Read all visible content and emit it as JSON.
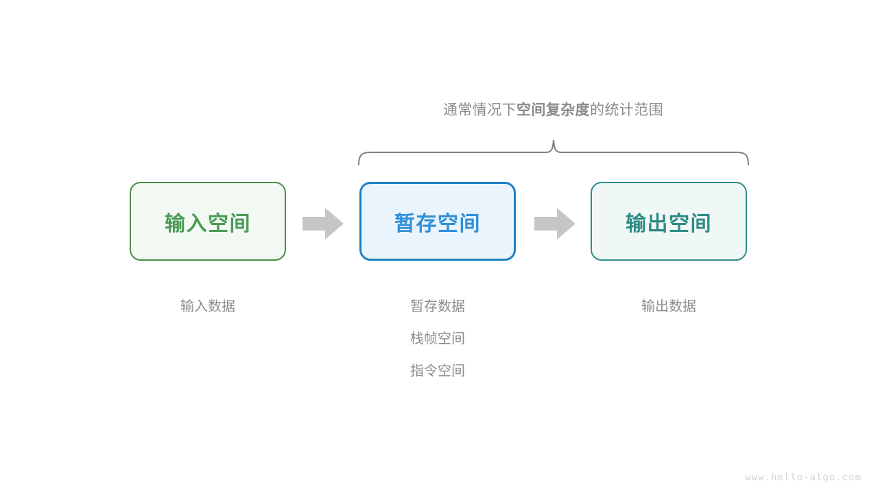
{
  "diagram": {
    "title_prefix": "通常情况下",
    "title_emphasis": "空间复杂度",
    "title_suffix": "的统计范围",
    "brace": {
      "name": "scope-brace",
      "color": "#808080"
    },
    "boxes": [
      {
        "key": "input",
        "label": "输入空间",
        "text_color": "#4a9a56",
        "border_color": "#4a8c4a",
        "fill_color": "#f2f8f2"
      },
      {
        "key": "temp",
        "label": "暂存空间",
        "text_color": "#2f8fd8",
        "border_color": "#1b7fc4",
        "fill_color": "#eaf4fc"
      },
      {
        "key": "output",
        "label": "输出空间",
        "text_color": "#2e8b85",
        "border_color": "#2e8b85",
        "fill_color": "#f0f8f6"
      }
    ],
    "arrows": [
      {
        "key": "arrow-1",
        "color": "#c6c6c6"
      },
      {
        "key": "arrow-2",
        "color": "#c6c6c6"
      }
    ],
    "captions": {
      "input": [
        "输入数据"
      ],
      "temp": [
        "暂存数据",
        "栈帧空间",
        "指令空间"
      ],
      "output": [
        "输出数据"
      ]
    },
    "watermark": "www.hello-algo.com"
  }
}
